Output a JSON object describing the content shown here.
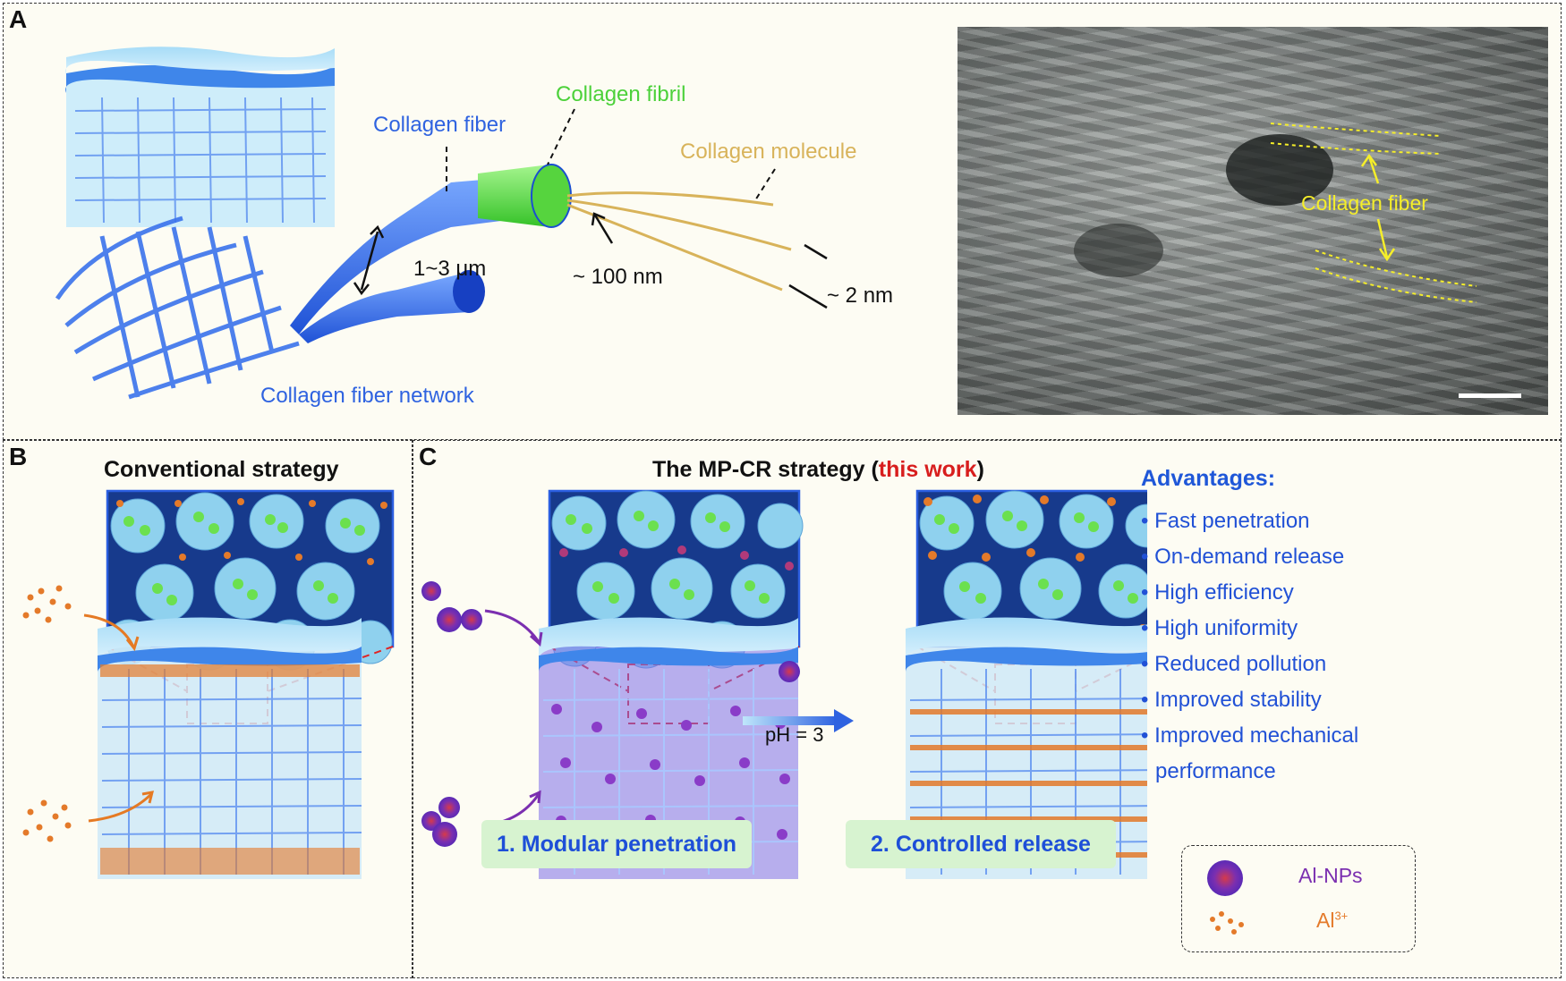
{
  "panel_a": {
    "letter": "A",
    "labels": {
      "collagen_fiber": "Collagen fiber",
      "collagen_fibril": "Collagen fibril",
      "collagen_molecule": "Collagen molecule",
      "fiber_diameter": "1~3 μm",
      "fibril_diameter": "~ 100 nm",
      "molecule_diameter": "~ 2 nm",
      "network": "Collagen fiber network",
      "sem_label": "Collagen fiber"
    }
  },
  "panel_b": {
    "letter": "B",
    "heading": "Conventional strategy"
  },
  "panel_c": {
    "letter": "C",
    "heading_prefix": "The MP-CR strategy (",
    "heading_highlight": "this work",
    "heading_suffix": ")",
    "condition": "pH = 3",
    "step1": "1. Modular penetration",
    "step2": "2. Controlled release",
    "advantages_title": "Advantages:",
    "advantages": [
      "• Fast penetration",
      "• On-demand release",
      "• High efficiency",
      "• High uniformity",
      "• Reduced pollution",
      "• Improved stability",
      "• Improved mechanical",
      "performance"
    ],
    "legend": {
      "nps": "Al-NPs",
      "ion_base": "Al",
      "ion_sup": "3+"
    }
  },
  "colors": {
    "fiber_blue": "#2f63e0",
    "fibril_green": "#4cd13a",
    "molecule_gold": "#d8b35a",
    "np_purple": "#7b2fb0",
    "ion_orange": "#e47a2a",
    "highlight_red": "#d81e1e"
  }
}
